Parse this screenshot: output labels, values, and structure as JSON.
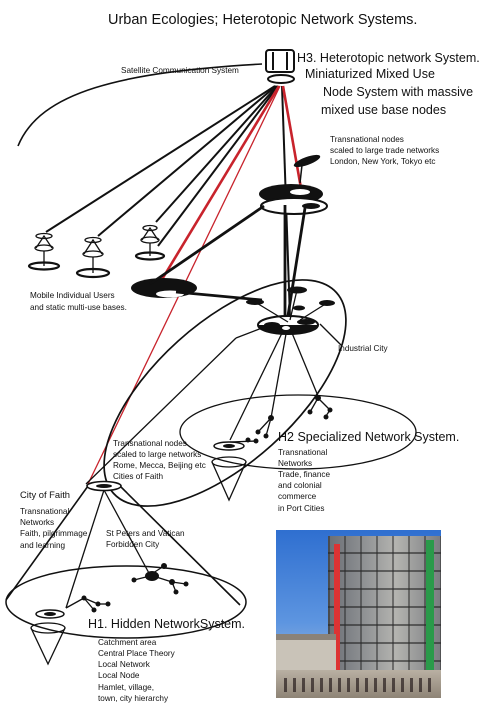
{
  "title": "Urban Ecologies; Heterotopic Network Systems.",
  "labels": {
    "satellite": "Satellite Communication System",
    "h3_line1": "H3. Heterotopic network System.",
    "h3_line2": "Miniaturized Mixed Use",
    "h3_line3": "Node System with massive",
    "h3_line4": "mixed use base nodes",
    "transnational_top_1": "Transnational nodes",
    "transnational_top_2": "scaled to large trade networks",
    "transnational_top_3": "London, New York, Tokyo etc",
    "mobile_1": "Mobile Individual Users",
    "mobile_2": "and static multi-use bases.",
    "industrial_city": "Industrial City",
    "h2": "H2 Specialized Network System.",
    "h2_desc_1": "Transnational",
    "h2_desc_2": "Networks",
    "h2_desc_3": "Trade, finance",
    "h2_desc_4": "and colonial",
    "h2_desc_5": "commerce",
    "h2_desc_6": "in Port  Cities",
    "transnational_mid_1": "Transnational nodes",
    "transnational_mid_2": "scaled to large networks",
    "transnational_mid_3": "Rome, Mecca, Beijing etc",
    "transnational_mid_4": "Cities of Faith",
    "city_of_faith": "City of Faith",
    "faith_desc_1": "Transnational",
    "faith_desc_2": "Networks",
    "faith_desc_3": "Faith, pilgrimmage",
    "faith_desc_4": "and learning",
    "st_peters_1": "St Peters and Vatican",
    "st_peters_2": "Forbidden City",
    "h1": "H1. Hidden NetworkSystem.",
    "h1_desc_1": "Catchment area",
    "h1_desc_2": "Central Place Theory",
    "h1_desc_3": "Local Network",
    "h1_desc_4": "Local Node",
    "h1_desc_5": "Hamlet, village,",
    "h1_desc_6": "town, city hierarchy"
  },
  "colors": {
    "line": "#111111",
    "red_link": "#c8232c",
    "photo_sky": "#3a78d4"
  }
}
